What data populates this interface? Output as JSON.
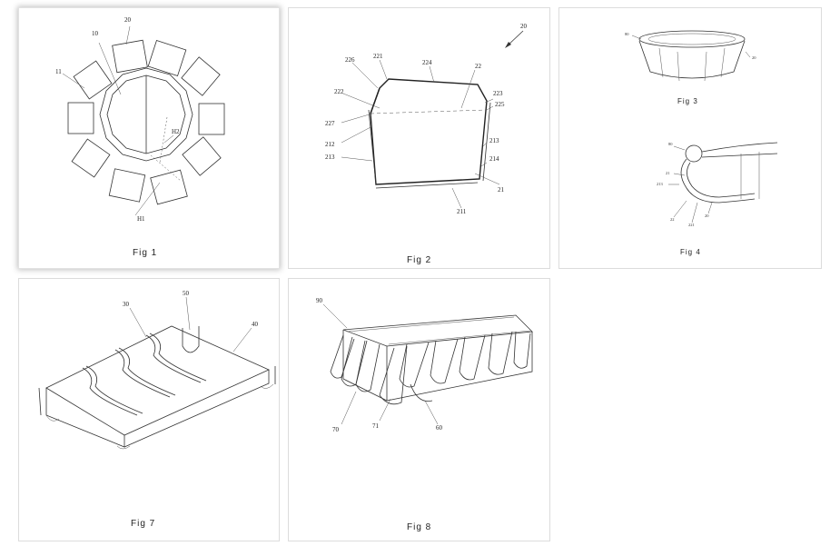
{
  "figures": [
    {
      "caption": "Fig 1",
      "labels": {
        "l20": "20",
        "l10": "10",
        "l11": "11",
        "lH2": "H2",
        "lH1": "H1"
      }
    },
    {
      "caption": "Fig 2",
      "labels": {
        "l20": "20",
        "l226": "226",
        "l221": "221",
        "l224": "224",
        "l22": "22",
        "l222": "222",
        "l223": "223",
        "l225": "225",
        "l227": "227",
        "l212": "212",
        "l213a": "213",
        "l213b": "213",
        "l214": "214",
        "l21": "21",
        "l211": "211"
      }
    },
    {
      "caption": "Fig 3",
      "labels": {
        "l80": "80",
        "l20": "20"
      }
    },
    {
      "caption": "Fig 4",
      "labels": {
        "l80": "80",
        "l21": "21",
        "l213": "213",
        "l22": "22",
        "l221": "221",
        "l20": "20"
      }
    },
    {
      "caption": "Fig 7",
      "labels": {
        "l30": "30",
        "l50": "50",
        "l40": "40"
      }
    },
    {
      "caption": "Fig 8",
      "labels": {
        "l90": "90",
        "l70": "70",
        "l71": "71",
        "l60": "60"
      }
    }
  ]
}
